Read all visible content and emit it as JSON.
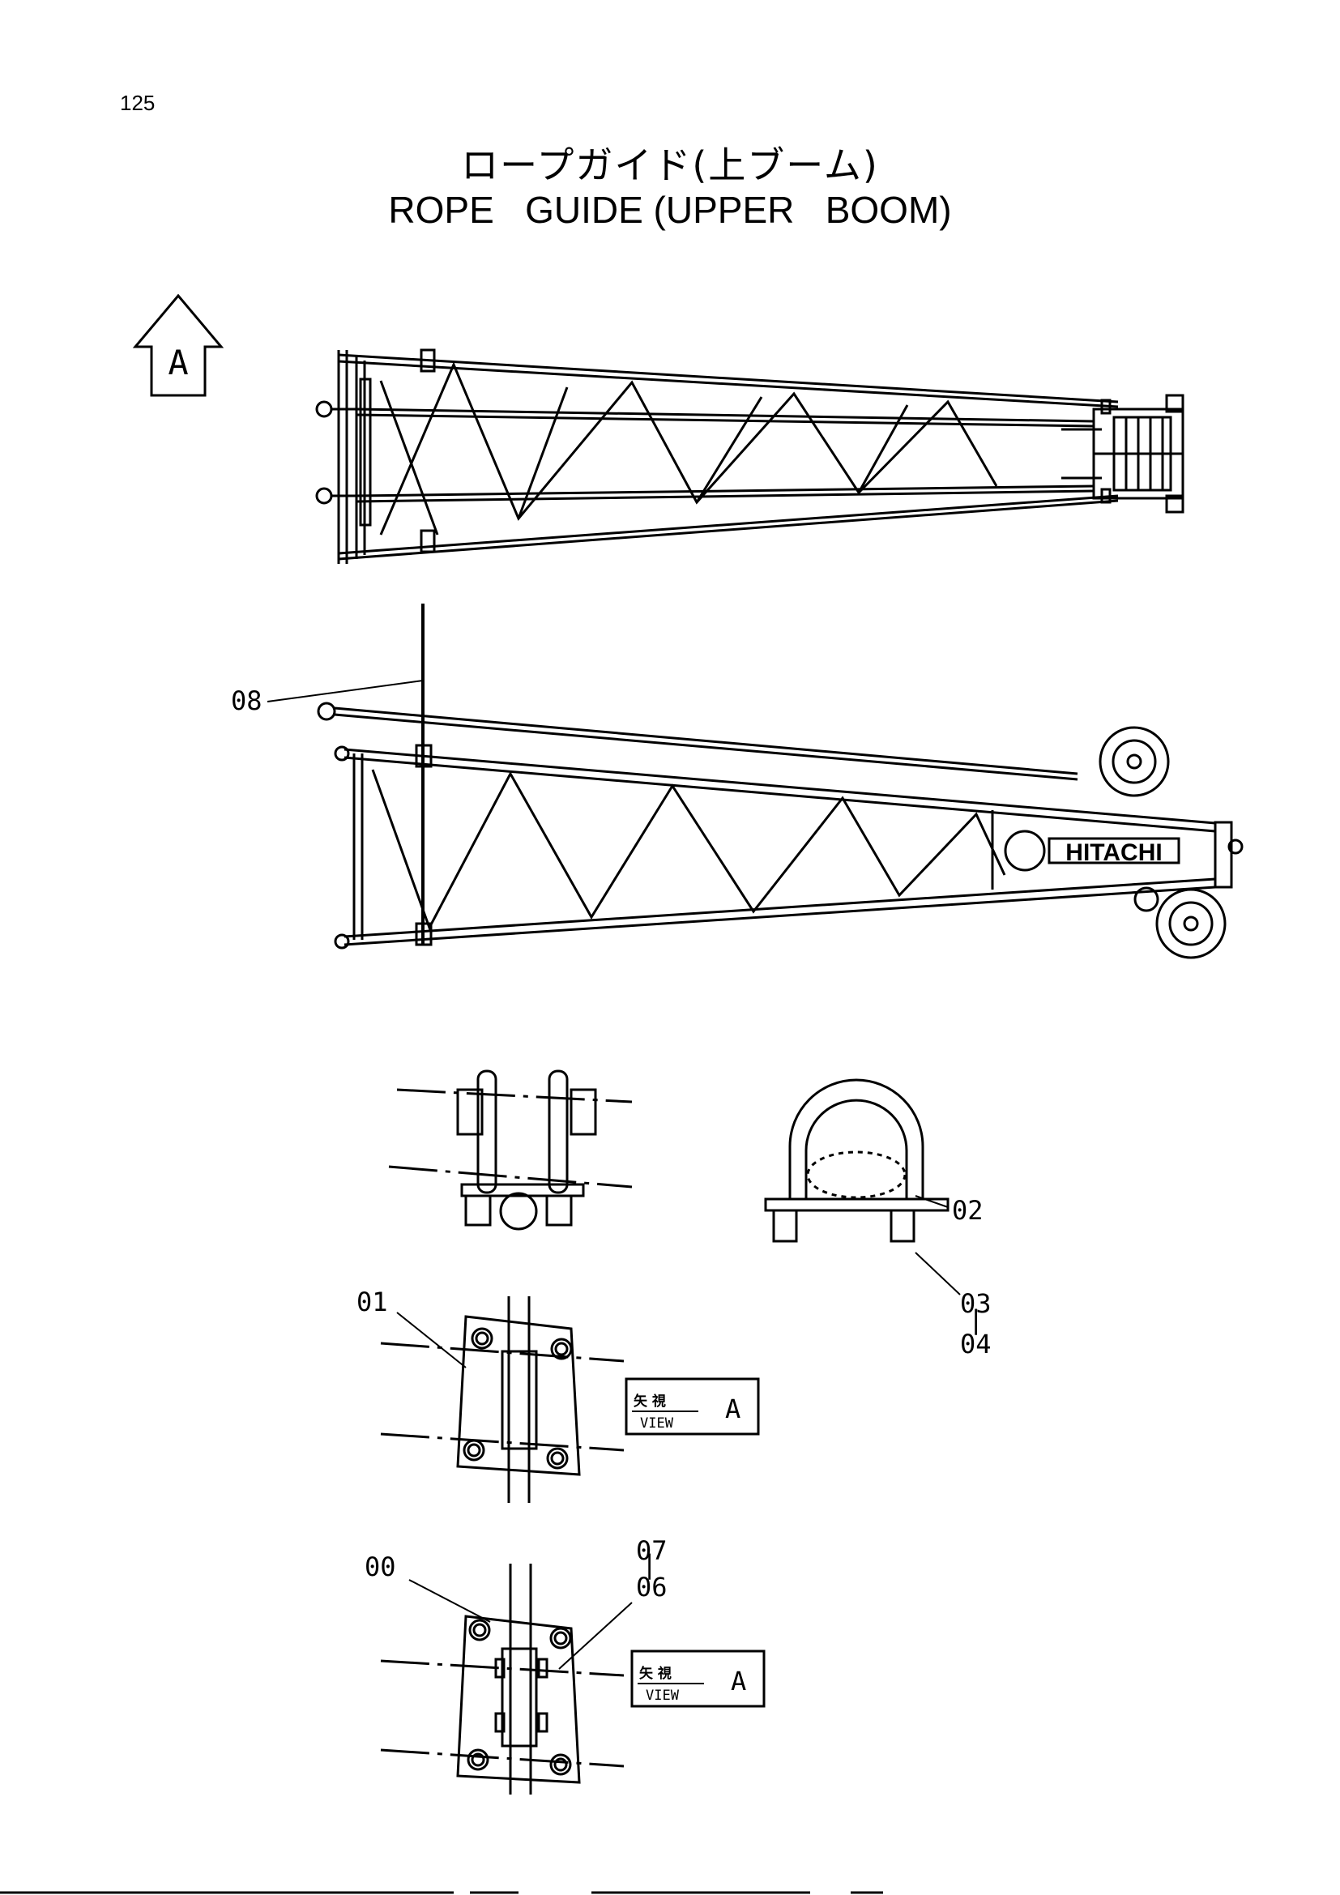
{
  "page_number": "125",
  "title": {
    "japanese": "ロープガイド(上ブーム)",
    "english": "ROPE   GUIDE (UPPER   BOOM)"
  },
  "view_arrow": {
    "letter": "A"
  },
  "logo_text": "HITACHI",
  "callouts": {
    "c08": "08",
    "c02": "02",
    "c03": "03",
    "c04": "04",
    "c01": "01",
    "c00": "00",
    "c07": "07",
    "c06": "06",
    "dash": "|"
  },
  "view_labels": [
    {
      "jp": "矢 視",
      "en": "VIEW",
      "letter": "A"
    },
    {
      "jp": "矢 視",
      "en": "VIEW",
      "letter": "A"
    }
  ]
}
